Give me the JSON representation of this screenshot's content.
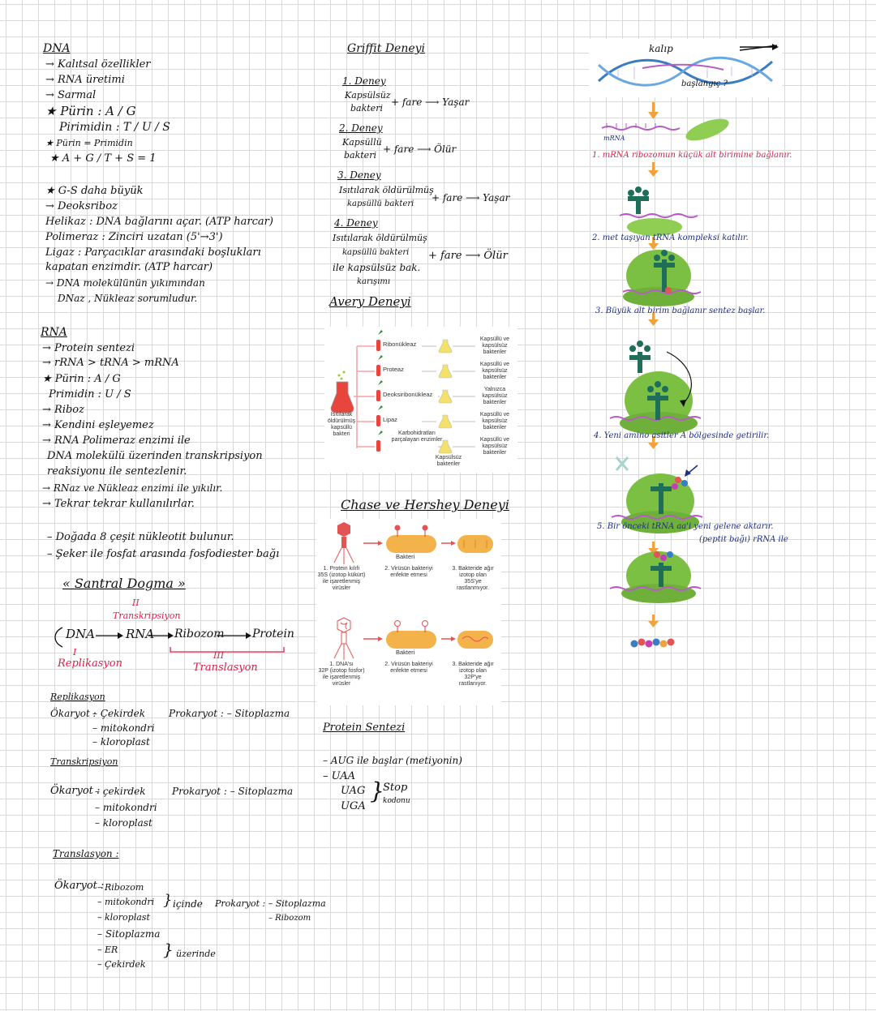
{
  "dna": {
    "title": "DNA",
    "lines": [
      "→ Kalıtsal özellikler",
      "→ RNA üretimi",
      "→ Sarmal",
      "★ Pürin : A / G",
      "Pirimidin : T / U / S",
      "★ Pürin = Primidin",
      "★ A + G / T + S = 1",
      "★ G-S daha büyük",
      "→ Deoksriboz",
      "Helikaz : DNA bağlarını açar. (ATP harcar)",
      "Polimeraz : Zinciri uzatan (5'→3')",
      "Ligaz : Parçacıklar arasındaki boşlukları",
      "kapatan enzimdir. (ATP harcar)",
      "→ DNA molekülünün yıkımından",
      "DNaz , Nükleaz sorumludur."
    ]
  },
  "rna": {
    "title": "RNA",
    "lines": [
      "→ Protein sentezi",
      "→ rRNA > tRNA > mRNA",
      "★ Pürin : A / G",
      "Primidin : U / S",
      "→ Riboz",
      "→ Kendini eşleyemez",
      "→ RNA Polimeraz enzimi ile",
      "DNA molekülü üzerinden transkripsiyon",
      "reaksiyonu ile sentezlenir.",
      "→ RNaz ve Nükleaz enzimi ile yıkılır.",
      "→ Tekrar tekrar kullanılırlar."
    ]
  },
  "notes": [
    "– Doğada 8 çeşit nükleotit bulunur.",
    "– Şeker ile fosfat arasında fosfodiester bağı"
  ],
  "dogma": {
    "title": "« Santral Dogma »",
    "dna": "DNA",
    "rna": "RNA",
    "ribozom": "Ribozom",
    "protein": "Protein",
    "num1": "I",
    "num2": "II",
    "num3": "III",
    "replikasyon": "Replikasyon",
    "transkripsiyon": "Transkripsiyon",
    "translasyon": "Translasyon"
  },
  "replikasyon": {
    "title": "Replikasyon",
    "okaryot_label": "Ökaryot :",
    "okaryot": [
      "– Çekirdek",
      "– mitokondri",
      "– kloroplast"
    ],
    "prokaryot": "Prokaryot : – Sitoplazma"
  },
  "transkripsiyon": {
    "title": "Transkripsiyon",
    "okaryot_label": "Ökaryot :",
    "okaryot": [
      "– çekirdek",
      "– mitokondri",
      "– kloroplast"
    ],
    "prokaryot": "Prokaryot : – Sitoplazma"
  },
  "translasyon": {
    "title": "Translasyon :",
    "okaryot_label": "Ökaryot :",
    "group1": [
      "– Ribozom",
      "– mitokondri",
      "– kloroplast"
    ],
    "icinde": "içinde",
    "sitoplazma": "– Sitoplazma",
    "group2": [
      "– ER",
      "– Çekirdek"
    ],
    "uzerinde": "üzerinde",
    "prokaryot": "Prokaryot : – Sitoplazma",
    "prokaryot2": "– Ribozom"
  },
  "griffith": {
    "title": "Griffit Deneyi",
    "d1": "1. Deney",
    "d1a": "Kapsülsüz",
    "d1b": "bakteri",
    "d1r": "+ fare ⟶ Yaşar",
    "d2": "2. Deney",
    "d2a": "Kapsüllü",
    "d2b": "bakteri",
    "d2r": "+ fare ⟶ Ölür",
    "d3": "3. Deney",
    "d3a": "Isıtılarak öldürülmüş",
    "d3b": "kapsüllü bakteri",
    "d3r": "+ fare ⟶ Yaşar",
    "d4": "4. Deney",
    "d4a": "Isıtılarak öldürülmüş",
    "d4b": "kapsüllü bakteri",
    "d4c": "ile kapsülsüz bak.",
    "d4d": "karışımı",
    "d4r": "+ fare ⟶ Ölür"
  },
  "avery": {
    "title": "Avery Deneyi",
    "source": "Isıtılarak\nöldürülmüş\nkapsüllü\nbakteri",
    "enzymes": [
      "Ribonükleaz",
      "Proteaz",
      "Deoksiribonükleaz",
      "Lipaz",
      "Karbohidratları\nparçalayan enzimler"
    ],
    "results": [
      "Kapsüllü ve\nkapsülsüz\nbakteriler",
      "Kapsüllü ve\nkapsülsüz\nbakteriler",
      "Yalnızca\nkapsülsüz\nbakteriler",
      "Kapsüllü ve\nkapsülsüz\nbakteriler",
      "Kapsüllü ve\nkapsülsüz\nbakteriler"
    ],
    "bottom": "Kapsülsüz\nbakteriler"
  },
  "chase": {
    "title": "Chase ve Hershey Deneyi",
    "bakteri": "Bakteri",
    "r1": [
      "1. Protein kılıfı\n35S (izotop kükürt)\nile işaretlenmiş\nvirüsler",
      "2. Virüsün bakteriyi\nenfekte etmesi",
      "3. Bakteride ağır\nizotop olan\n35S'ye\nrastlanmıyor."
    ],
    "r2": [
      "1. DNA'sı\n32P (izotop fosfor)\nile işaretlenmiş\nvirüsler",
      "2. Virüsün bakteriyi\nenfekte etmesi",
      "3. Bakteride ağır\nizotop olan\n32P'ye\nrastlanıyor."
    ]
  },
  "protein": {
    "title": "Protein Sentezi",
    "start": "– AUG ile başlar (metiyonin)",
    "codons": [
      "– UAA",
      "UAG",
      "UGA"
    ],
    "stop": "Stop",
    "kodonu": "kodonu"
  },
  "right_panel": {
    "kalip": "kalıp",
    "baslangic": "başlangıç ?",
    "mrna": "mRNA",
    "steps": [
      "1. mRNA ribozomun küçük alt birimine bağlanır.",
      "2. met taşıyan tRNA kompleksi katılır.",
      "3. Büyük alt birim bağlanır sentez başlar.",
      "4. Yeni amino asitler A bölgesinde getirilir.",
      "5. Bir önceki tRNA aa'i yeni gelene aktarır.",
      "(peptit bağı) rRNA ile"
    ]
  },
  "colors": {
    "ink": "#111111",
    "red": "#d8234a",
    "blue": "#1c2d8a",
    "ribosome": "#7cc043",
    "arrow": "#f0a23b",
    "trna": "#1f6e5a"
  }
}
